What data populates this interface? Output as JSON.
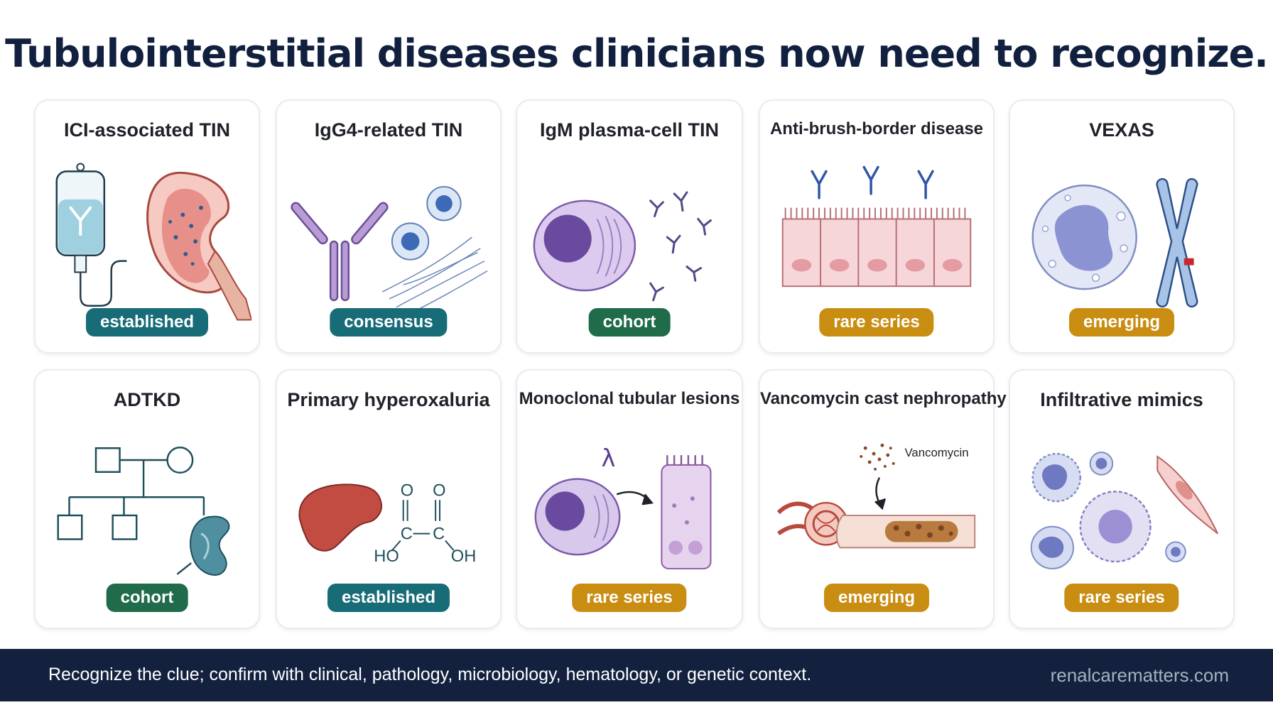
{
  "title": "Tubulointerstitial diseases clinicians now need to recognize.",
  "cards": [
    {
      "title": "ICI-associated TIN",
      "badge": "established",
      "badge_color": "#176c77"
    },
    {
      "title": "IgG4-related TIN",
      "badge": "consensus",
      "badge_color": "#176c77"
    },
    {
      "title": "IgM plasma-cell TIN",
      "badge": "cohort",
      "badge_color": "#1f6b4a"
    },
    {
      "title": "Anti-brush-border disease",
      "badge": "rare series",
      "badge_color": "#c98d12"
    },
    {
      "title": "VEXAS",
      "badge": "emerging",
      "badge_color": "#c98d12"
    },
    {
      "title": "ADTKD",
      "badge": "cohort",
      "badge_color": "#1f6b4a"
    },
    {
      "title": "Primary hyperoxaluria",
      "badge": "established",
      "badge_color": "#176c77"
    },
    {
      "title": "Monoclonal tubular lesions",
      "badge": "rare series",
      "badge_color": "#c98d12"
    },
    {
      "title": "Vancomycin cast nephropathy",
      "badge": "emerging",
      "badge_color": "#c98d12"
    },
    {
      "title": "Infiltrative mimics",
      "badge": "rare series",
      "badge_color": "#c98d12"
    }
  ],
  "illustration_labels": {
    "oxalate_o_left": "O",
    "oxalate_o_right": "O",
    "oxalate_c_left": "C",
    "oxalate_c_right": "C",
    "oxalate_ho": "HO",
    "oxalate_oh": "OH",
    "lambda": "λ",
    "vancomycin": "Vancomycin"
  },
  "footer": {
    "text": "Recognize the clue; confirm with clinical, pathology, microbiology, hematology, or genetic context.",
    "brand": "renalcarematters.com"
  }
}
